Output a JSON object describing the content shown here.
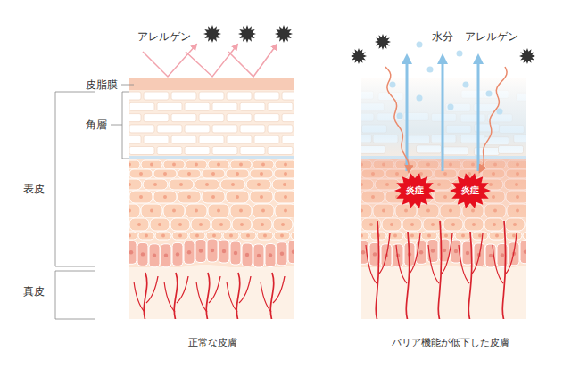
{
  "diagram": {
    "nodes": [
      {
        "text": [
          "炎症"
        ]
      },
      {
        "text": [
          "炎症"
        ]
      }
    ],
    "labels": [
      "アレルゲン",
      "皮脂膜",
      "角層",
      "表皮",
      "真皮",
      "正常な皮膚",
      "水分",
      "アレルゲン",
      "バリア機能が低下した皮膚"
    ]
  }
}
